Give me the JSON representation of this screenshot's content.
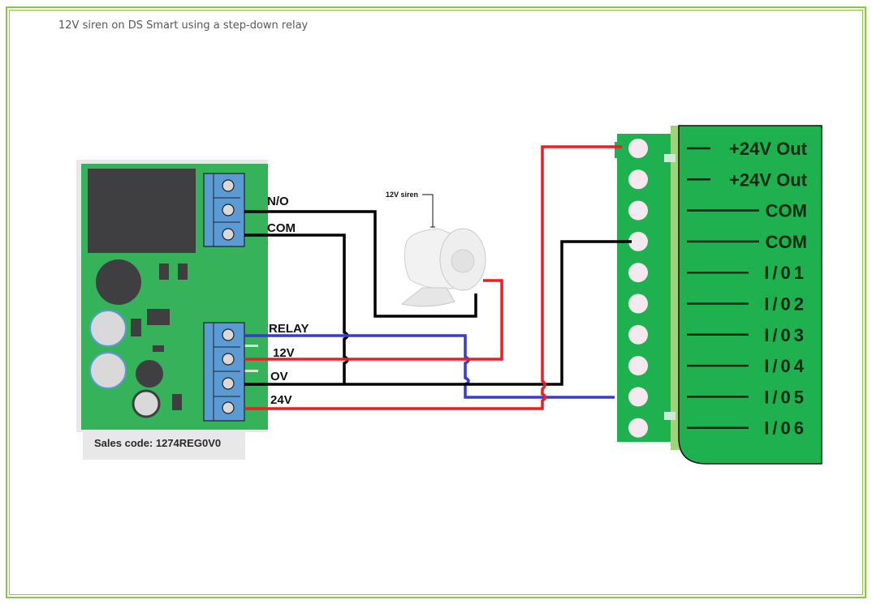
{
  "title": "12V siren on DS Smart using a step-down relay",
  "relay_module": {
    "sales_code": "Sales code: 1274REG0V0",
    "output_terminals": [
      "N/O",
      "COM"
    ],
    "input_terminals": [
      "RELAY",
      "12V",
      "OV",
      "24V"
    ]
  },
  "siren": {
    "label": "12V siren"
  },
  "ds_smart": {
    "terminals": [
      "+24V Out",
      "+24V Out",
      "COM",
      "COM",
      "I/O 1",
      "I/O 2",
      "I/O 3",
      "I/O 4",
      "I/O 5",
      "I/O 6"
    ]
  },
  "wire_colors": {
    "positive": "#ee1c25",
    "ground": "#000000",
    "signal": "#3a3acd"
  },
  "colors": {
    "frame": "#8cc63f",
    "pcb_green": "#35b25a",
    "terminal_blue": "#5b9bd5",
    "ds_green": "#1fb050"
  }
}
